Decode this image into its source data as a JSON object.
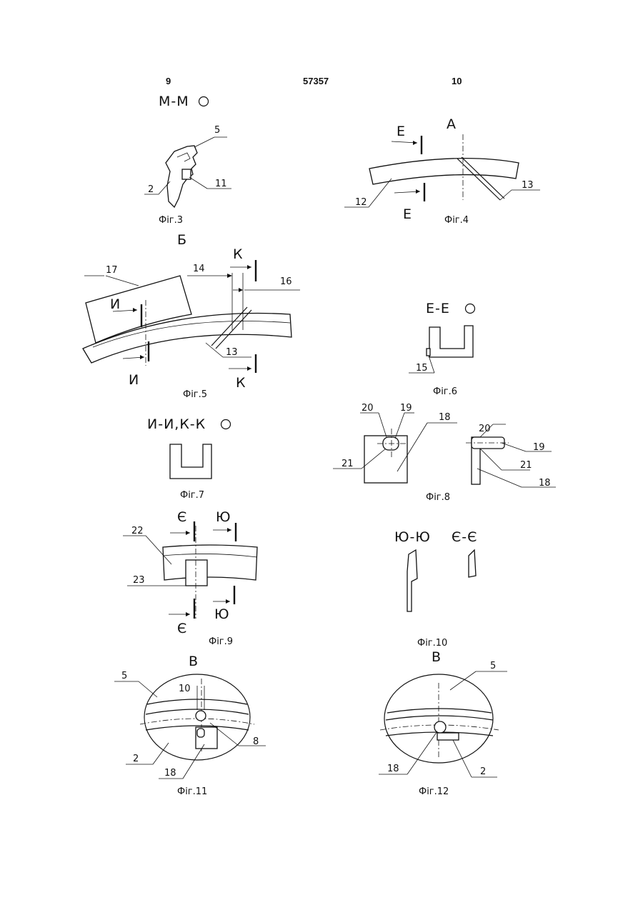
{
  "header": {
    "left_page": "9",
    "doc_number": "57357",
    "right_page": "10"
  },
  "fig3": {
    "section_title": "М-М",
    "labels": [
      "5",
      "2",
      "11"
    ],
    "caption": "Фіг.3"
  },
  "fig4": {
    "view_title": "А",
    "cut_top": "Е",
    "cut_bottom": "Е",
    "labels": [
      "12",
      "13"
    ],
    "caption": "Фіг.4"
  },
  "fig5": {
    "view_title": "Б",
    "cut_k_top": "К",
    "cut_k_bottom": "К",
    "cut_i_top": "И",
    "cut_i_bottom": "И",
    "labels": [
      "17",
      "14",
      "16",
      "13"
    ],
    "caption": "Фіг.5"
  },
  "fig6": {
    "section_title": "Е-Е",
    "labels": [
      "15"
    ],
    "caption": "Фіг.6"
  },
  "fig7": {
    "section_title": "И-И,К-К",
    "caption": "Фіг.7"
  },
  "fig8": {
    "labels": [
      "20",
      "19",
      "18",
      "21",
      "20",
      "19",
      "21",
      "18"
    ],
    "caption": "Фіг.8"
  },
  "fig9": {
    "cut_e_top": "Є",
    "cut_e_bottom": "Є",
    "cut_yu_top": "Ю",
    "cut_yu_bottom": "Ю",
    "labels": [
      "22",
      "23"
    ],
    "caption": "Фіг.9"
  },
  "fig10": {
    "section_a": "Ю-Ю",
    "section_b": "Є-Є",
    "caption": "Фіг.10"
  },
  "fig11": {
    "view_title": "В",
    "labels": [
      "5",
      "10",
      "2",
      "8",
      "18"
    ],
    "caption": "Фіг.11"
  },
  "fig12": {
    "view_title": "В",
    "labels": [
      "5",
      "18",
      "2"
    ],
    "caption": "Фіг.12"
  }
}
